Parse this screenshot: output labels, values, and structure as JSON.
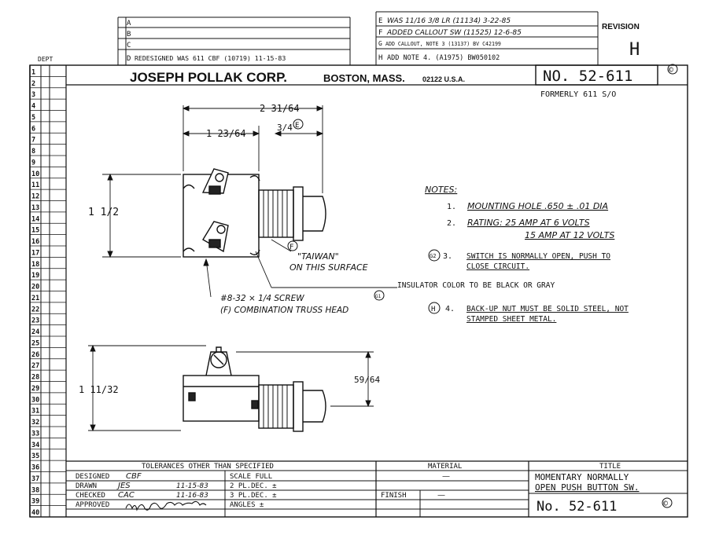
{
  "revision_left": [
    {
      "letter": "A",
      "text": ""
    },
    {
      "letter": "B",
      "text": ""
    },
    {
      "letter": "C",
      "text": ""
    },
    {
      "letter": "D",
      "text": "REDESIGNED WAS 611 CBF (10719) 11-15-83"
    }
  ],
  "revision_right": [
    {
      "letter": "E",
      "text": "WAS 11/16 3/8 LR (11134) 3-22-85"
    },
    {
      "letter": "F",
      "text": "ADDED CALLOUT SW (11525) 12-6-85"
    },
    {
      "letter": "G",
      "text": "ADD CALLOUT, NOTE 3 (13137) BV C42199"
    },
    {
      "letter": "H",
      "text": "ADD NOTE 4. (A1975) BW050102"
    }
  ],
  "revision_label": "REVISION",
  "revision_value": "H",
  "dept_label": "DEPT",
  "company": "JOSEPH POLLAK CORP.",
  "location": "BOSTON, MASS.",
  "zip": "02122 U.S.A.",
  "part_number": "NO. 52-611",
  "copyright": "©",
  "formerly": "FORMERLY 611 S/O",
  "row_numbers": [
    "1",
    "2",
    "3",
    "4",
    "5",
    "6",
    "7",
    "8",
    "9",
    "10",
    "11",
    "12",
    "13",
    "14",
    "15",
    "16",
    "17",
    "18",
    "19",
    "20",
    "21",
    "22",
    "23",
    "24",
    "25",
    "26",
    "27",
    "28",
    "29",
    "30",
    "31",
    "32",
    "33",
    "34",
    "35",
    "36",
    "37",
    "38",
    "39",
    "40"
  ],
  "dims": {
    "overall": "2 31/64",
    "body": "1 23/64",
    "bushing": "3/4",
    "height": "1 1/2",
    "side_height": "1 11/32",
    "side_offset": "59/64",
    "rev_e": "E",
    "rev_f": "F",
    "rev_g1": "G1"
  },
  "callouts": {
    "taiwan": "\"TAIWAN\"",
    "surface": "ON THIS SURFACE",
    "insulator": "INSULATOR COLOR TO BE BLACK OR GRAY",
    "screw": "#8-32 × 1/4 SCREW",
    "screw2": "(F) COMBINATION TRUSS HEAD"
  },
  "notes": {
    "title": "NOTES:",
    "n1_num": "1.",
    "n1": "MOUNTING HOLE .650 ± .01 DIA",
    "n2_num": "2.",
    "n2a": "RATING: 25 AMP AT 6 VOLTS",
    "n2b": "15 AMP AT 12 VOLTS",
    "n3_tag": "G2",
    "n3_num": "3.",
    "n3a": "SWITCH IS NORMALLY OPEN, PUSH TO",
    "n3b": "CLOSE CIRCUIT.",
    "n4_tag": "H",
    "n4_num": "4.",
    "n4a": "BACK-UP NUT MUST BE SOLID STEEL, NOT",
    "n4b": "STAMPED SHEET METAL."
  },
  "titleblock": {
    "tolerances": "TOLERANCES OTHER THAN SPECIFIED",
    "designed": "DESIGNED",
    "designed_by": "CBF",
    "drawn": "DRAWN",
    "drawn_by": "JES",
    "drawn_date": "11-15-83",
    "checked": "CHECKED",
    "checked_by": "CAC",
    "checked_date": "11-16-83",
    "approved": "APPROVED",
    "scale": "SCALE FULL",
    "pl2": "2 PL.DEC. ±",
    "pl3": "3 PL.DEC. ±",
    "angles": "ANGLES ±",
    "material": "MATERIAL",
    "material_val": "—",
    "finish": "FINISH",
    "finish_val": "—",
    "title": "TITLE",
    "title1": "MOMENTARY NORMALLY",
    "title2": "OPEN PUSH BUTTON SW.",
    "number": "No. 52-611"
  }
}
